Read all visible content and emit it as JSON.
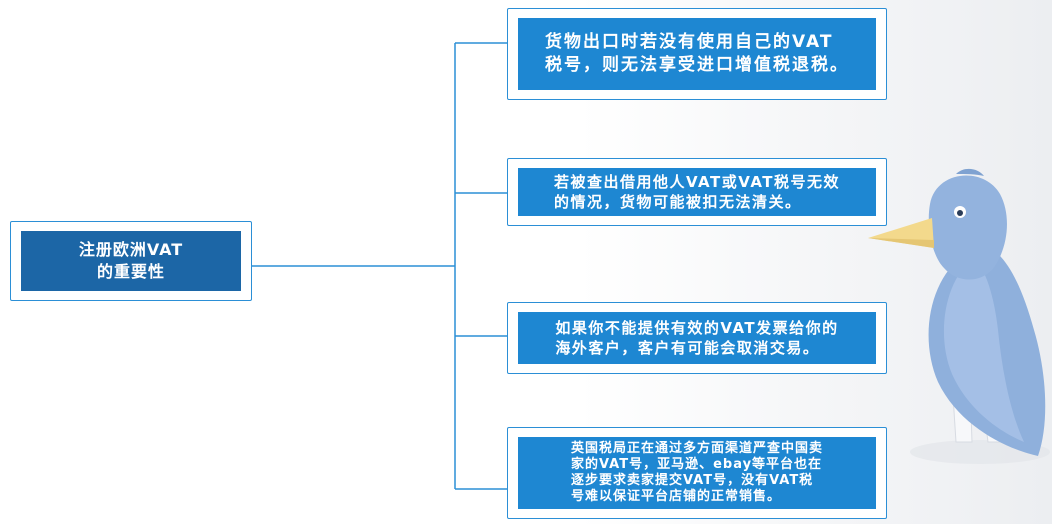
{
  "root": {
    "label": "注册欧洲VAT\n的重要性"
  },
  "branches": [
    {
      "label": "货物出口时若没有使用自己的VAT\n税号，则无法享受进口增值税退税。"
    },
    {
      "label": "若被查出借用他人VAT或VAT税号无效\n的情况，货物可能被扣无法清关。"
    },
    {
      "label": "如果你不能提供有效的VAT发票给你的\n海外客户，客户有可能会取消交易。"
    },
    {
      "label": "英国税局正在通过多方面渠道严查中国卖\n家的VAT号，亚马逊、ebay等平台也在\n逐步要求卖家提交VAT号，没有VAT税\n号难以保证平台店铺的正常销售。"
    }
  ],
  "colors": {
    "line": "#2b8fd6",
    "box_fill": "#1e87d2",
    "root_fill": "#1c66a6",
    "bird_body": "#8fb0dc",
    "bird_beak": "#f3d98c"
  }
}
